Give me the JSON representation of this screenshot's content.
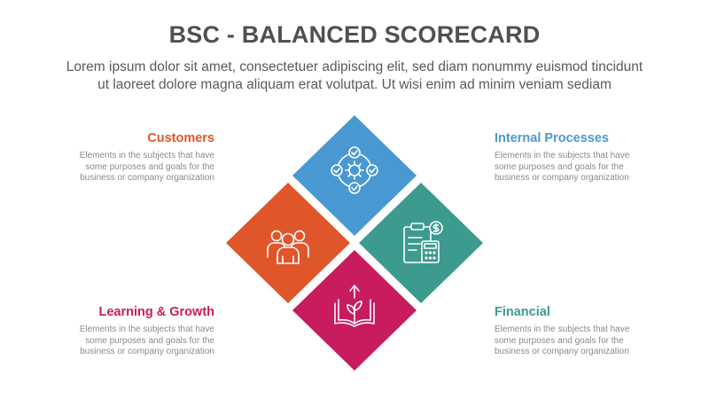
{
  "title": "BSC - BALANCED SCORECARD",
  "subtitle_line1": "Lorem ipsum dolor sit amet, consectetuer adipiscing elit, sed diam nonummy euismod tincidunt",
  "subtitle_line2": "ut laoreet dolore magna aliquam erat volutpat. Ut wisi enim ad minim veniam sediam",
  "colors": {
    "customers": "#e0562b",
    "internal": "#4a98d1",
    "learning": "#c81c5f",
    "financial": "#3d9a8e"
  },
  "blocks": {
    "customers": {
      "heading": "Customers",
      "line1": "Elements in the subjects that have",
      "line2": "some purposes and goals for the",
      "line3": "business or company organization"
    },
    "internal": {
      "heading": "Internal Processes",
      "line1": "Elements in the subjects that have",
      "line2": "some purposes and goals for the",
      "line3": "business or company organization"
    },
    "learning": {
      "heading": "Learning & Growth",
      "line1": "Elements in the subjects that have",
      "line2": "some purposes and goals for the",
      "line3": "business or company organization"
    },
    "financial": {
      "heading": "Financial",
      "line1": "Elements in the subjects that have",
      "line2": "some purposes and goals for the",
      "line3": "business or company organization"
    }
  },
  "icons": {
    "internal": "gear-process-icon",
    "customers": "people-group-icon",
    "financial": "clipboard-calculator-icon",
    "learning": "open-book-growth-icon"
  }
}
